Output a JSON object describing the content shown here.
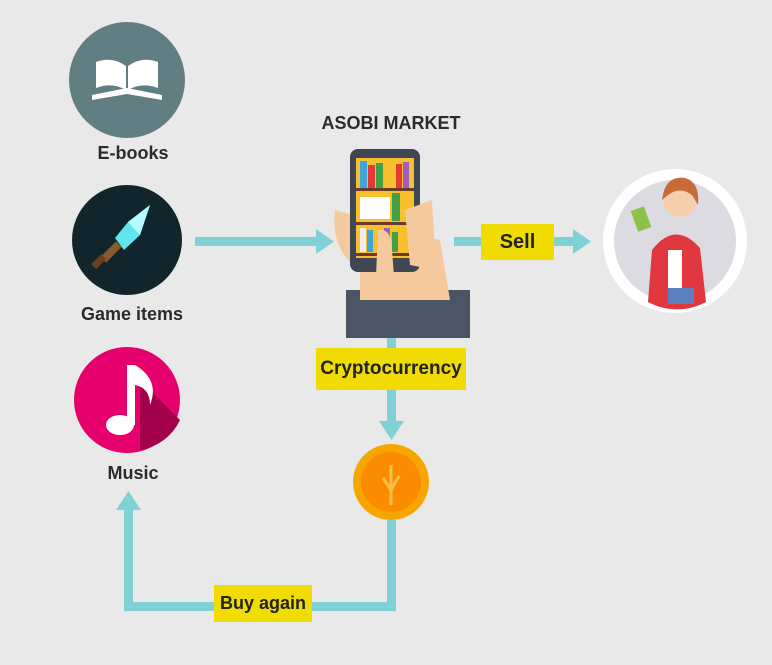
{
  "title": "ASOBI MARKET",
  "items": [
    {
      "label": "E-books",
      "icon": "book-icon"
    },
    {
      "label": "Game items",
      "icon": "crystal-sword-icon"
    },
    {
      "label": "Music",
      "icon": "music-note-icon"
    }
  ],
  "labels": {
    "sell": "Sell",
    "crypto": "Cryptocurrency",
    "buy_again": "Buy again"
  },
  "colors": {
    "arrow": "#7fd1d6",
    "tag": "#f0dc00",
    "background": "#e9e9e9"
  }
}
